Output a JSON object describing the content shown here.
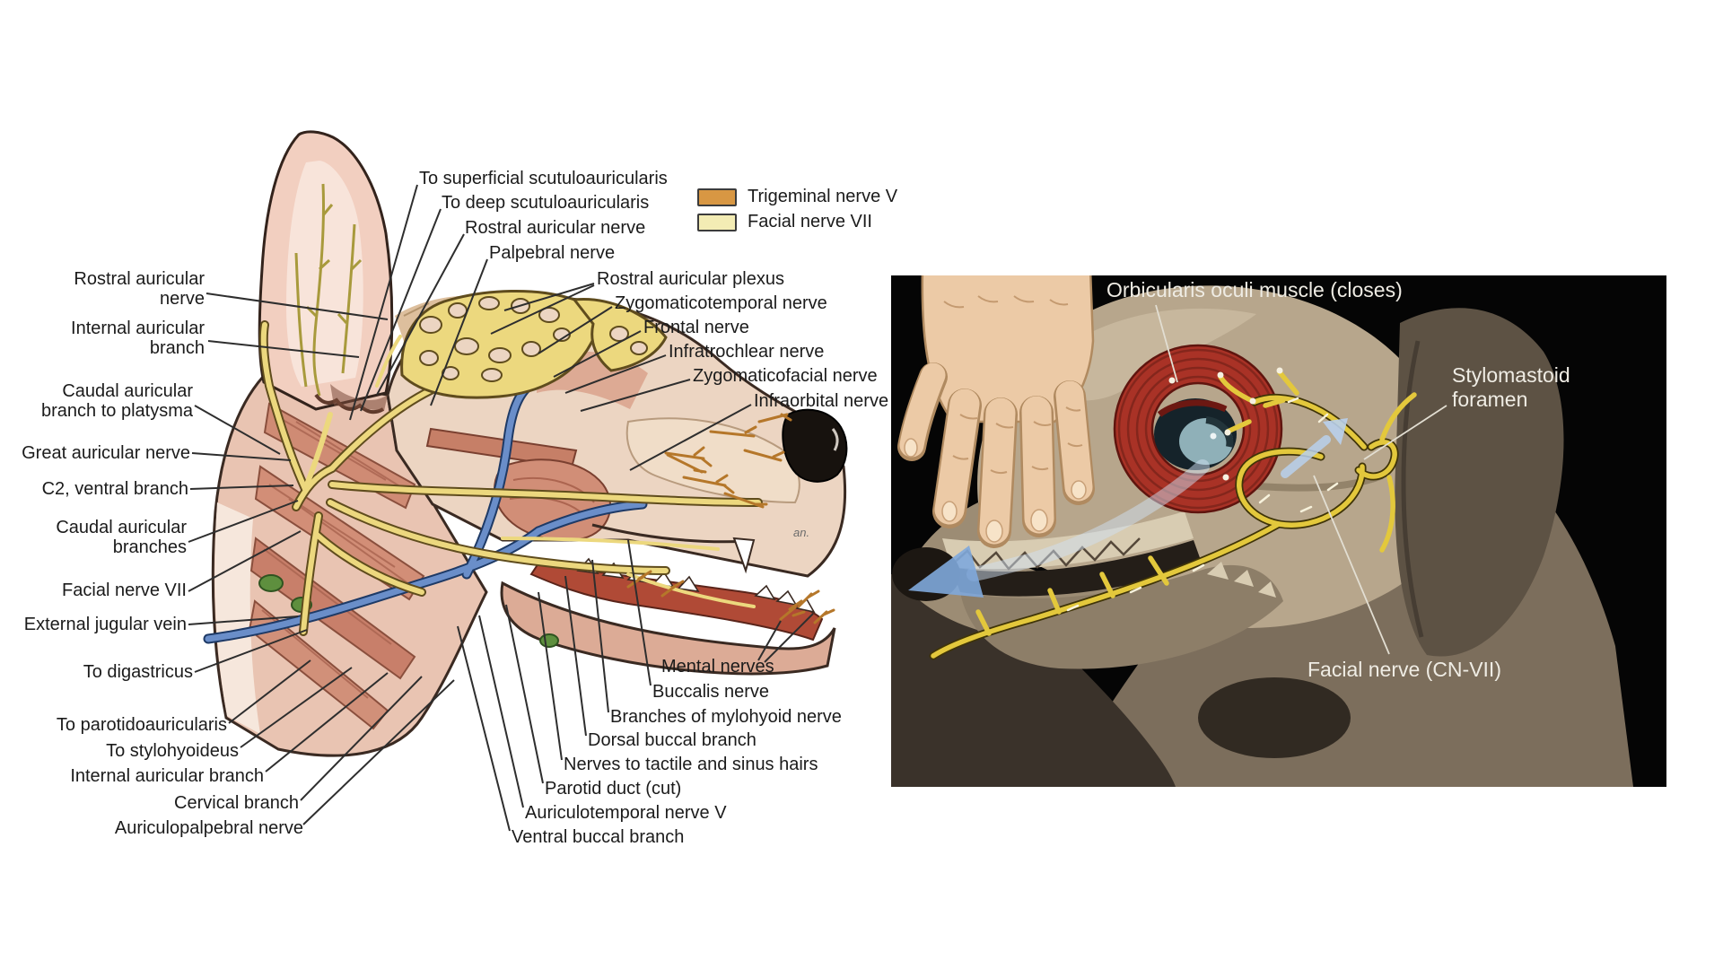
{
  "colors": {
    "background": "#ffffff",
    "panel_black": "#050505",
    "nerve_yellow": "#ecd87e",
    "vein_blue": "#6a8ec9",
    "orbicularis_red": "#a93226",
    "arrow_blue": "#9fc0e8"
  },
  "legend": {
    "items": [
      {
        "label": "Trigeminal nerve V",
        "color": "#d89743"
      },
      {
        "label": "Facial nerve VII",
        "color": "#f3ecb4"
      }
    ]
  },
  "left_panel": {
    "signature": "an.",
    "labels": {
      "to_superficial_scutuloauricularis": "To superficial scutuloauricularis",
      "to_deep_scutuloauricularis": "To deep scutuloauricularis",
      "rostral_auricular_nerve_top": "Rostral auricular nerve",
      "palpebral_nerve": "Palpebral nerve",
      "rostral_auricular_nerve": "Rostral auricular nerve",
      "internal_auricular_branch": "Internal auricular branch",
      "caudal_auricular_branch_to_platysma": "Caudal auricular branch to platysma",
      "great_auricular_nerve": "Great auricular nerve",
      "c2_ventral_branch": "C2, ventral branch",
      "caudal_auricular_branches": "Caudal auricular branches",
      "facial_nerve_vii": "Facial nerve VII",
      "external_jugular_vein": "External jugular vein",
      "to_digastricus": "To digastricus",
      "to_parotidoauricularis": "To parotidoauricularis",
      "to_stylohyoideus": "To stylohyoideus",
      "internal_auricular_branch_2": "Internal auricular branch",
      "cervical_branch": "Cervical branch",
      "auriculopalpebral_nerve": "Auriculopalpebral nerve",
      "rostral_auricular_plexus": "Rostral auricular plexus",
      "zygomaticotemporal_nerve": "Zygomaticotemporal nerve",
      "frontal_nerve": "Frontal nerve",
      "infratrochlear_nerve": "Infratrochlear nerve",
      "zygomaticofacial_nerve": "Zygomaticofacial nerve",
      "infraorbital_nerve": "Infraorbital nerve",
      "mental_nerves": "Mental nerves",
      "buccalis_nerve": "Buccalis nerve",
      "branches_of_mylohyoid_nerve": "Branches of mylohyoid nerve",
      "dorsal_buccal_branch": "Dorsal buccal branch",
      "nerves_to_tactile_and_sinus_hairs": "Nerves to tactile and sinus hairs",
      "parotid_duct_cut": "Parotid duct (cut)",
      "auriculotemporal_nerve_v": "Auriculotemporal nerve V",
      "ventral_buccal_branch": "Ventral buccal branch"
    }
  },
  "right_panel": {
    "labels": {
      "orbicularis_oculi": "Orbicularis oculi muscle (closes)",
      "stylomastoid_foramen": "Stylomastoid foramen",
      "facial_nerve_cn_vii": "Facial nerve (CN-VII)"
    }
  }
}
